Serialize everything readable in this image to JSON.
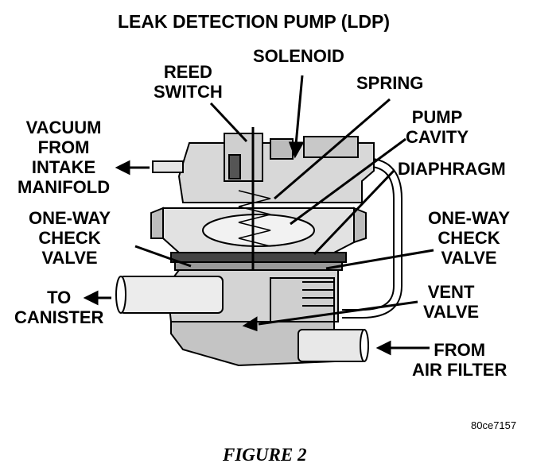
{
  "title": "LEAK DETECTION PUMP (LDP)",
  "labels": {
    "solenoid": [
      "SOLENOID"
    ],
    "reed_switch": [
      "REED",
      "SWITCH"
    ],
    "spring": [
      "SPRING"
    ],
    "vacuum": [
      "VACUUM",
      "FROM",
      "INTAKE",
      "MANIFOLD"
    ],
    "pump_cavity": [
      "PUMP",
      "CAVITY"
    ],
    "diaphragm": [
      "DIAPHRAGM"
    ],
    "check_valve_left": [
      "ONE-WAY",
      "CHECK",
      "VALVE"
    ],
    "check_valve_right": [
      "ONE-WAY",
      "CHECK",
      "VALVE"
    ],
    "to_canister": [
      "TO",
      "CANISTER"
    ],
    "vent_valve": [
      "VENT",
      "VALVE"
    ],
    "from_air_filter": [
      "FROM",
      "AIR FILTER"
    ]
  },
  "figure_code": "80ce7157",
  "caption": "FIGURE 2"
}
